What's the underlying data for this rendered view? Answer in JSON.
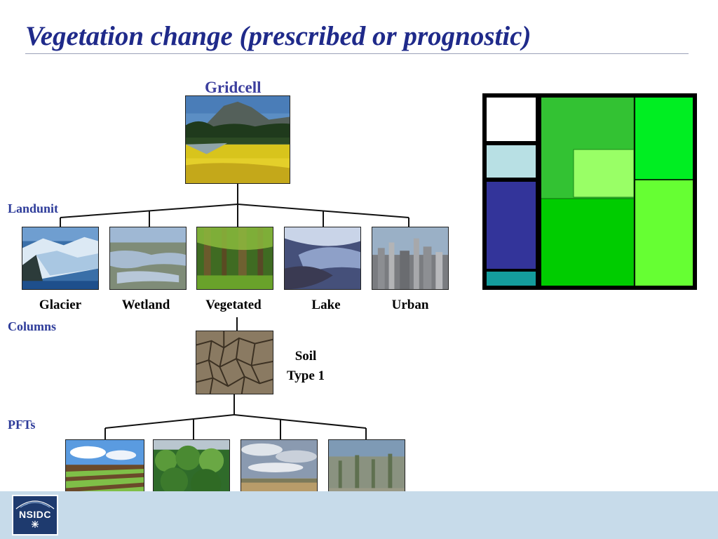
{
  "title": "Vegetation change (prescribed or prognostic)",
  "gridcell": {
    "label": "Gridcell"
  },
  "levels": {
    "landunit": "Landunit",
    "columns": "Columns",
    "pfts": "PFTs"
  },
  "landunits": [
    {
      "label": "Glacier"
    },
    {
      "label": "Wetland"
    },
    {
      "label": "Vegetated"
    },
    {
      "label": "Lake"
    },
    {
      "label": "Urban"
    }
  ],
  "soil": {
    "line1": "Soil",
    "line2": "Type 1"
  },
  "logo": {
    "text": "NSIDC"
  },
  "colors": {
    "title": "#1f2a8a",
    "level_label": "#2e3c9a",
    "footer": "#c7dbea",
    "mosaic_glacier": "#ffffff",
    "mosaic_wetland": "#b8e0e4",
    "mosaic_lake": "#33349a",
    "mosaic_urban": "#149c9c",
    "mosaic_veg_1": "#33c233",
    "mosaic_veg_2": "#99ff66",
    "mosaic_veg_3": "#00cc00",
    "mosaic_veg_4": "#00ee22",
    "mosaic_veg_5": "#66ff33"
  }
}
